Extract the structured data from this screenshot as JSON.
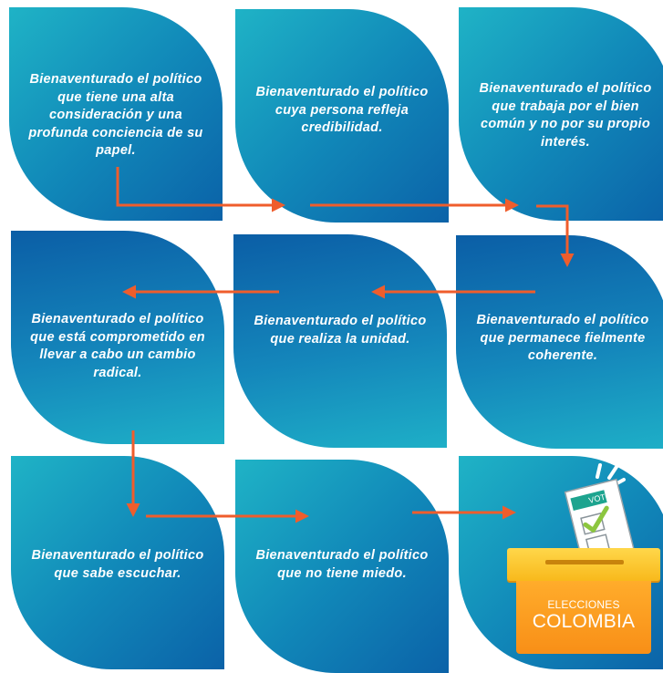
{
  "tiles": [
    {
      "text": "Bienaventurado el político que tiene una alta consideración y una profunda conciencia de su papel."
    },
    {
      "text": "Bienaventurado el político cuya persona refleja credibilidad."
    },
    {
      "text": "Bienaventurado el político que trabaja por el bien común y no por su propio interés."
    },
    {
      "text": "Bienaventurado el político que está comprometido en llevar a cabo un cambio radical."
    },
    {
      "text": "Bienaventurado el político que realiza la unidad."
    },
    {
      "text": "Bienaventurado el político que permanece fielmente coherente."
    },
    {
      "text": "Bienaventurado el político que sabe escuchar."
    },
    {
      "text": "Bienaventurado el político que no tiene miedo."
    }
  ],
  "ballot": {
    "paper_label": "VOTO",
    "box_line1": "ELECCIONES",
    "box_line2": "COLOMBIA"
  },
  "colors": {
    "arrow": "#ef5d2c",
    "tile_light": "#1fb3c6",
    "tile_dark": "#0b62a8",
    "box_yellow": "#ffcc33",
    "box_orange": "#f8961d",
    "check_green": "#8cc63f"
  }
}
